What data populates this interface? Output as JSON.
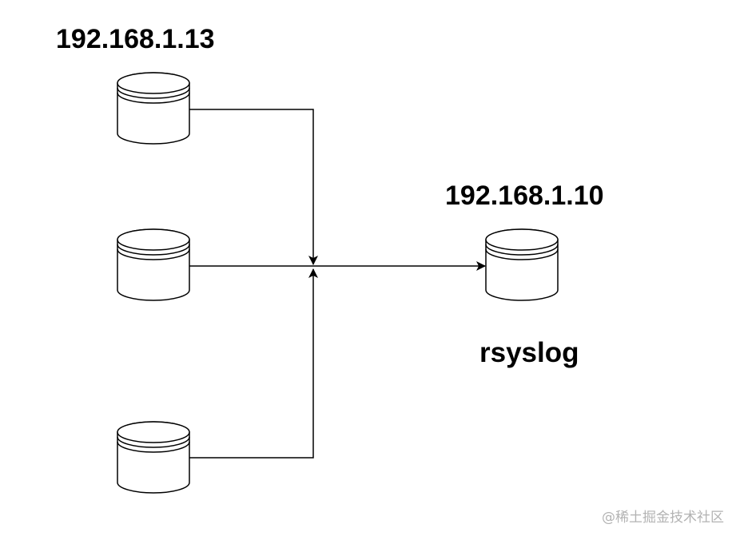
{
  "diagram": {
    "source_label": "192.168.1.13",
    "target_label": "192.168.1.10",
    "service_label": "rsyslog",
    "watermark": "@稀土掘金技术社区",
    "nodes": [
      {
        "id": "source-db-1",
        "role": "client"
      },
      {
        "id": "source-db-2",
        "role": "client"
      },
      {
        "id": "source-db-3",
        "role": "client"
      },
      {
        "id": "target-db",
        "role": "log-server"
      }
    ],
    "edges": [
      {
        "from": "source-db-1",
        "to": "target-db"
      },
      {
        "from": "source-db-2",
        "to": "target-db"
      },
      {
        "from": "source-db-3",
        "to": "target-db"
      }
    ],
    "colors": {
      "stroke": "#000000",
      "fill": "#ffffff",
      "watermark": "#b3b3b3"
    }
  }
}
